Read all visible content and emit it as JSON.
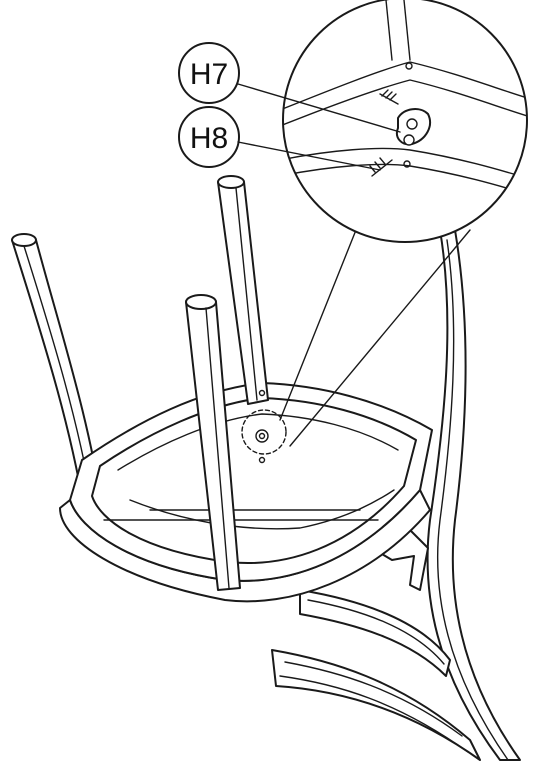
{
  "callouts": [
    {
      "id": "H7",
      "label": "H7"
    },
    {
      "id": "H8",
      "label": "H8"
    }
  ],
  "colors": {
    "line": "#1a1a1a",
    "background": "#ffffff"
  }
}
